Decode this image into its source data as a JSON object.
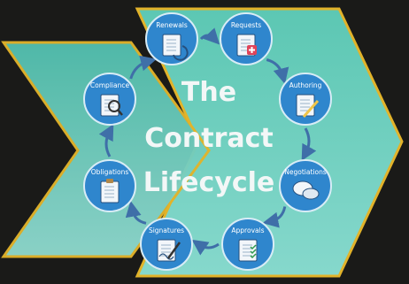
{
  "diagram": {
    "title_lines": [
      "The",
      "Contract",
      "Lifecycle"
    ],
    "stages": [
      {
        "label": "Renewals",
        "icon": "document-renew-icon"
      },
      {
        "label": "Requests",
        "icon": "document-plus-icon"
      },
      {
        "label": "Authoring",
        "icon": "document-pen-icon"
      },
      {
        "label": "Negotiations",
        "icon": "speech-bubbles-icon"
      },
      {
        "label": "Approvals",
        "icon": "checklist-icon"
      },
      {
        "label": "Signatures",
        "icon": "signature-pen-icon"
      },
      {
        "label": "Obligations",
        "icon": "clipboard-icon"
      },
      {
        "label": "Compliance",
        "icon": "document-magnifier-icon"
      }
    ]
  },
  "colors": {
    "background": "#1a1a18",
    "chevron_top": "#63c9b6",
    "chevron_bottom": "#7bd4c6",
    "chevron_border": "#e2b32a",
    "circle_fill": "#2f86cd",
    "circle_border": "#d8ecf6",
    "title_text": "#f3f7f7",
    "arrow": "#3f6fa8"
  }
}
